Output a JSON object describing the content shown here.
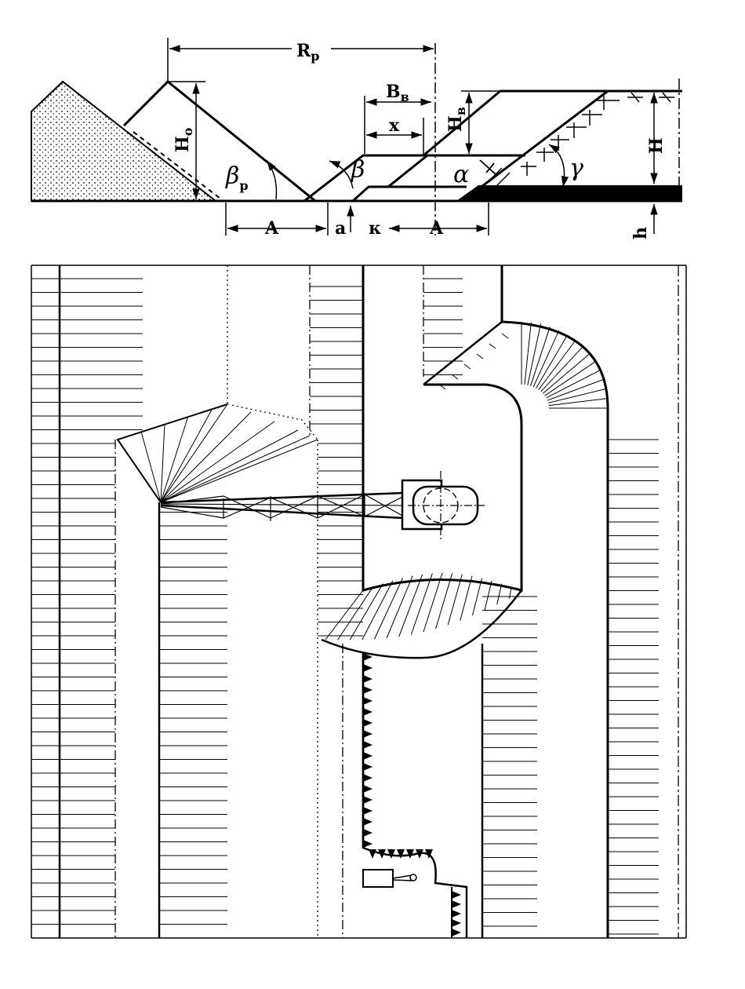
{
  "section": {
    "labels": {
      "rp": "R",
      "rp_sub": "р",
      "ho": "H",
      "ho_sub": "о",
      "bv": "B",
      "bv_sub": "в",
      "hv": "H",
      "hv_sub": "в",
      "x": "x",
      "h_big": "H",
      "h_small": "h",
      "a_left": "A",
      "a_small": "a",
      "k": "к",
      "a_right": "A",
      "beta_r": "β",
      "beta_r_sub": "р",
      "beta": "β",
      "alpha": "α",
      "gamma": "γ"
    }
  }
}
